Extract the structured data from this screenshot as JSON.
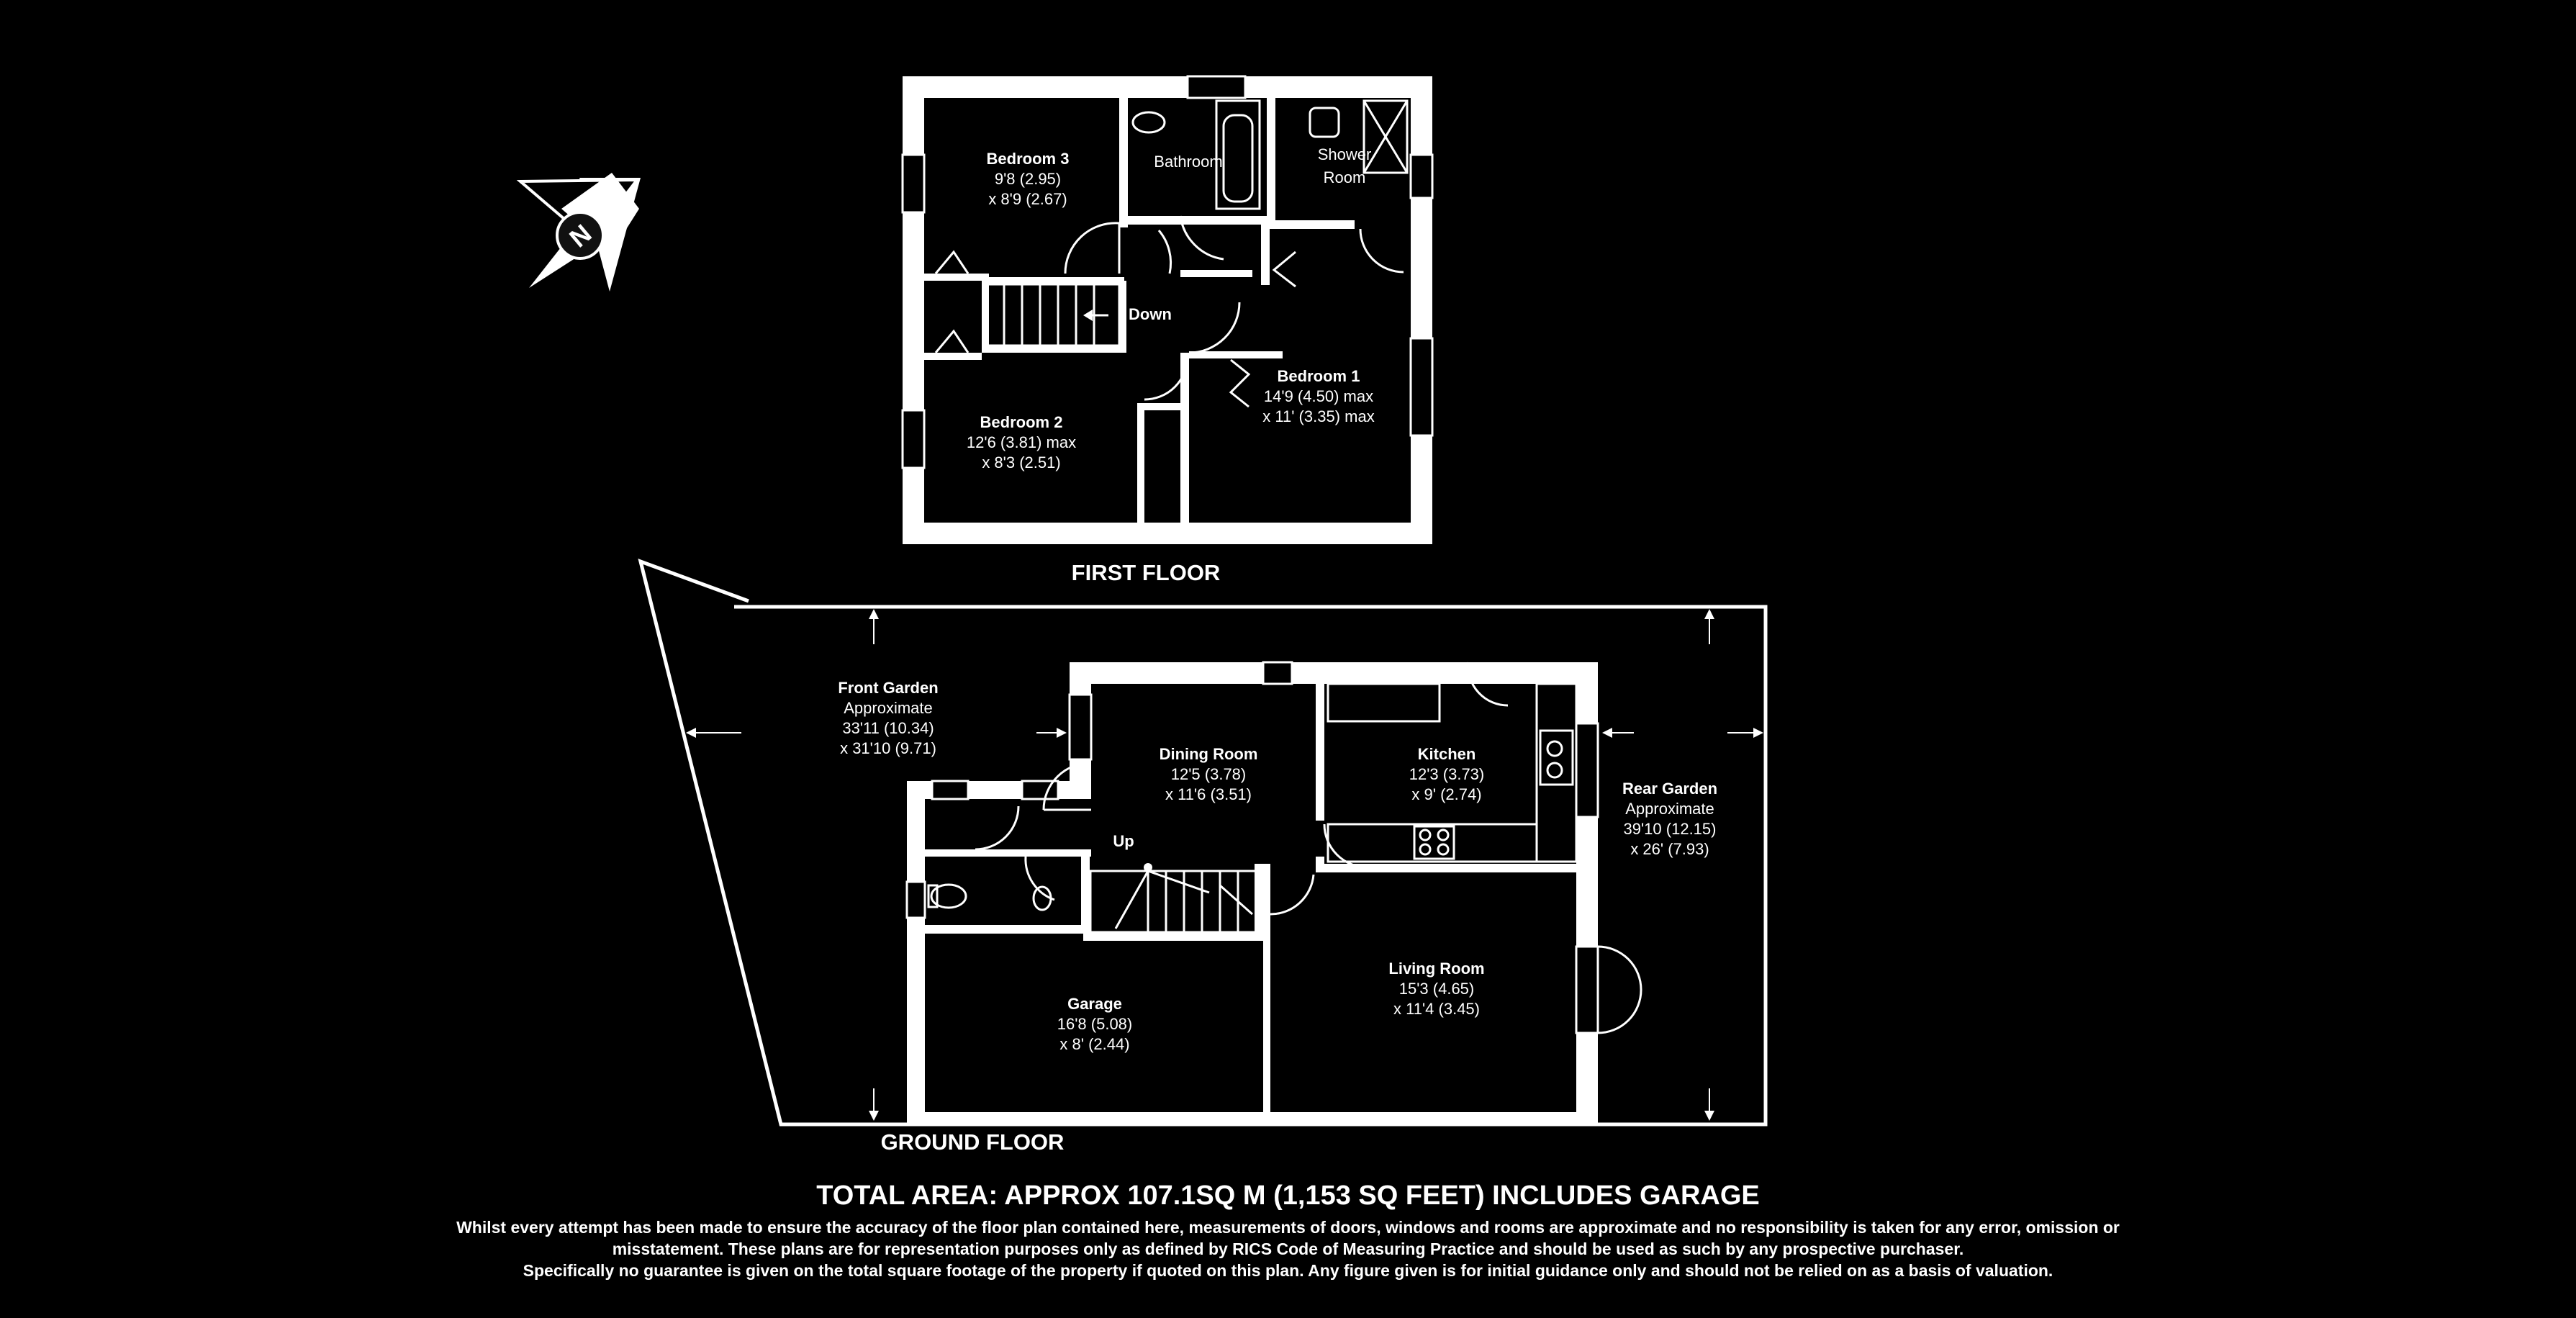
{
  "compass": {
    "label": "N"
  },
  "first_floor": {
    "title": "FIRST FLOOR",
    "rooms": {
      "bedroom3": {
        "name": "Bedroom 3",
        "dim1": "9'8 (2.95)",
        "dim2": "x 8'9 (2.67)"
      },
      "bathroom": {
        "name": "Bathroom"
      },
      "shower": {
        "name1": "Shower",
        "name2": "Room"
      },
      "down": {
        "name": "Down"
      },
      "bedroom1": {
        "name": "Bedroom 1",
        "dim1": "14'9 (4.50) max",
        "dim2": "x 11' (3.35) max"
      },
      "bedroom2": {
        "name": "Bedroom 2",
        "dim1": "12'6 (3.81) max",
        "dim2": "x 8'3 (2.51)"
      }
    }
  },
  "ground_floor": {
    "title": "GROUND FLOOR",
    "rooms": {
      "front_garden": {
        "name": "Front Garden",
        "dim0": "Approximate",
        "dim1": "33'11 (10.34)",
        "dim2": "x 31'10 (9.71)"
      },
      "dining": {
        "name": "Dining Room",
        "dim1": "12'5 (3.78)",
        "dim2": "x 11'6 (3.51)"
      },
      "kitchen": {
        "name": "Kitchen",
        "dim1": "12'3 (3.73)",
        "dim2": "x 9' (2.74)"
      },
      "rear_garden": {
        "name": "Rear Garden",
        "dim0": "Approximate",
        "dim1": "39'10 (12.15)",
        "dim2": "x 26' (7.93)"
      },
      "up": {
        "name": "Up"
      },
      "garage": {
        "name": "Garage",
        "dim1": "16'8 (5.08)",
        "dim2": "x 8' (2.44)"
      },
      "living": {
        "name": "Living Room",
        "dim1": "15'3 (4.65)",
        "dim2": "x 11'4 (3.45)"
      }
    }
  },
  "footer": {
    "total_area": "TOTAL AREA: APPROX 107.1SQ M (1,153 SQ FEET) INCLUDES GARAGE",
    "disclaimer": [
      "Whilst every attempt has been made to ensure the accuracy of the floor plan contained here, measurements of doors, windows and rooms are approximate and no responsibility is taken for any error, omission or",
      "misstatement.  These plans are for representation purposes only as defined by RICS Code of Measuring Practice and should be used as such by any prospective purchaser.",
      "Specifically no guarantee is given on the total square footage of the property if quoted on this plan.  Any figure given is for initial guidance only and should not be relied on as a basis of valuation."
    ]
  }
}
